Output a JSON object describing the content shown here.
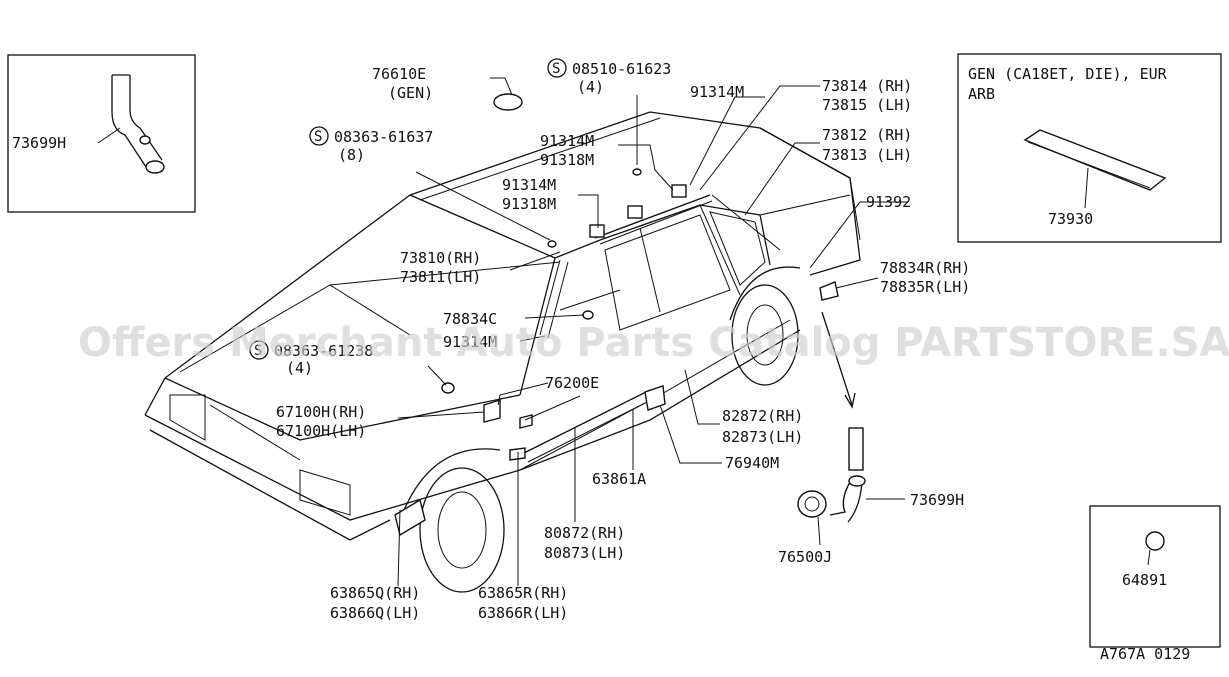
{
  "watermark": "Offers Merchant Auto Parts Catalog PARTSTORE.SA",
  "diagram_code": "A767A 0129",
  "inset_top_right": {
    "title_line1": "GEN (CA18ET, DIE), EUR",
    "title_line2": "ARB",
    "part": "73930"
  },
  "inset_top_left": {
    "part": "73699H"
  },
  "inset_bottom_right": {
    "part": "64891"
  },
  "callouts": {
    "c76610e": {
      "line1": "76610E",
      "line2": "(GEN)"
    },
    "c08510": {
      "symbol": "S",
      "line1": "08510-61623",
      "line2": "(4)"
    },
    "c08363a": {
      "symbol": "S",
      "line1": "08363-61637",
      "line2": "(8)"
    },
    "c91314m_top": {
      "line1": "91314M"
    },
    "c91314m_pair1": {
      "line1": "91314M",
      "line2": "91318M"
    },
    "c91314m_pair2": {
      "line1": "91314M",
      "line2": "91318M"
    },
    "c73814": {
      "line1": "73814 (RH)",
      "line2": "73815 (LH)"
    },
    "c73812": {
      "line1": "73812 (RH)",
      "line2": "73813 (LH)"
    },
    "c91392": {
      "line1": "91392"
    },
    "c78834r": {
      "line1": "78834R(RH)",
      "line2": "78835R(LH)"
    },
    "c73810": {
      "line1": "73810(RH)",
      "line2": "73811(LH)"
    },
    "c78834c": {
      "line1": "78834C"
    },
    "c913": {
      "line1": "91314M"
    },
    "c08363b": {
      "symbol": "S",
      "line1": "08363-61238",
      "line2": "(4)"
    },
    "c76200e": {
      "line1": "76200E"
    },
    "c67100": {
      "line1": "67100H(RH)",
      "line2": "67100H(LH)"
    },
    "c82872": {
      "line1": "82872(RH)",
      "line2": "82873(LH)"
    },
    "c63861a": {
      "line1": "63861A"
    },
    "c76940m": {
      "line1": "76940M"
    },
    "c80872": {
      "line1": "80872(RH)",
      "line2": "80873(LH)"
    },
    "c73699h": {
      "line1": "73699H"
    },
    "c76500j": {
      "line1": "76500J"
    },
    "c63865q": {
      "line1": "63865Q(RH)",
      "line2": "63866Q(LH)"
    },
    "c63865r": {
      "line1": "63865R(RH)",
      "line2": "63866R(LH)"
    }
  }
}
